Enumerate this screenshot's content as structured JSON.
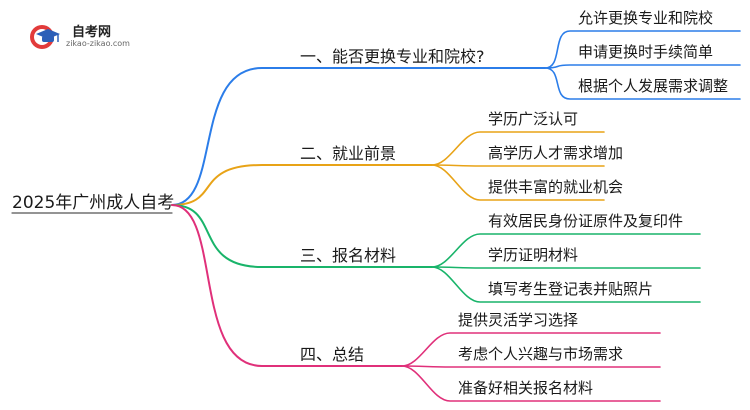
{
  "logo": {
    "name": "自考网",
    "url": "zikao-zikao.com"
  },
  "root": {
    "label": "2025年广州成人自考"
  },
  "branches": [
    {
      "label": "一、能否更换专业和院校?",
      "color": "#2b7de9",
      "leaves": [
        "允许更换专业和院校",
        "申请更换时手续简单",
        "根据个人发展需求调整"
      ]
    },
    {
      "label": "二、就业前景",
      "color": "#e8a317",
      "leaves": [
        "学历广泛认可",
        "高学历人才需求增加",
        "提供丰富的就业机会"
      ]
    },
    {
      "label": "三、报名材料",
      "color": "#19b46a",
      "leaves": [
        "有效居民身份证原件及复印件",
        "学历证明材料",
        "填写考生登记表并贴照片"
      ]
    },
    {
      "label": "四、总结",
      "color": "#e0307a",
      "leaves": [
        "提供灵活学习选择",
        "考虑个人兴趣与市场需求",
        "准备好相关报名材料"
      ]
    }
  ]
}
